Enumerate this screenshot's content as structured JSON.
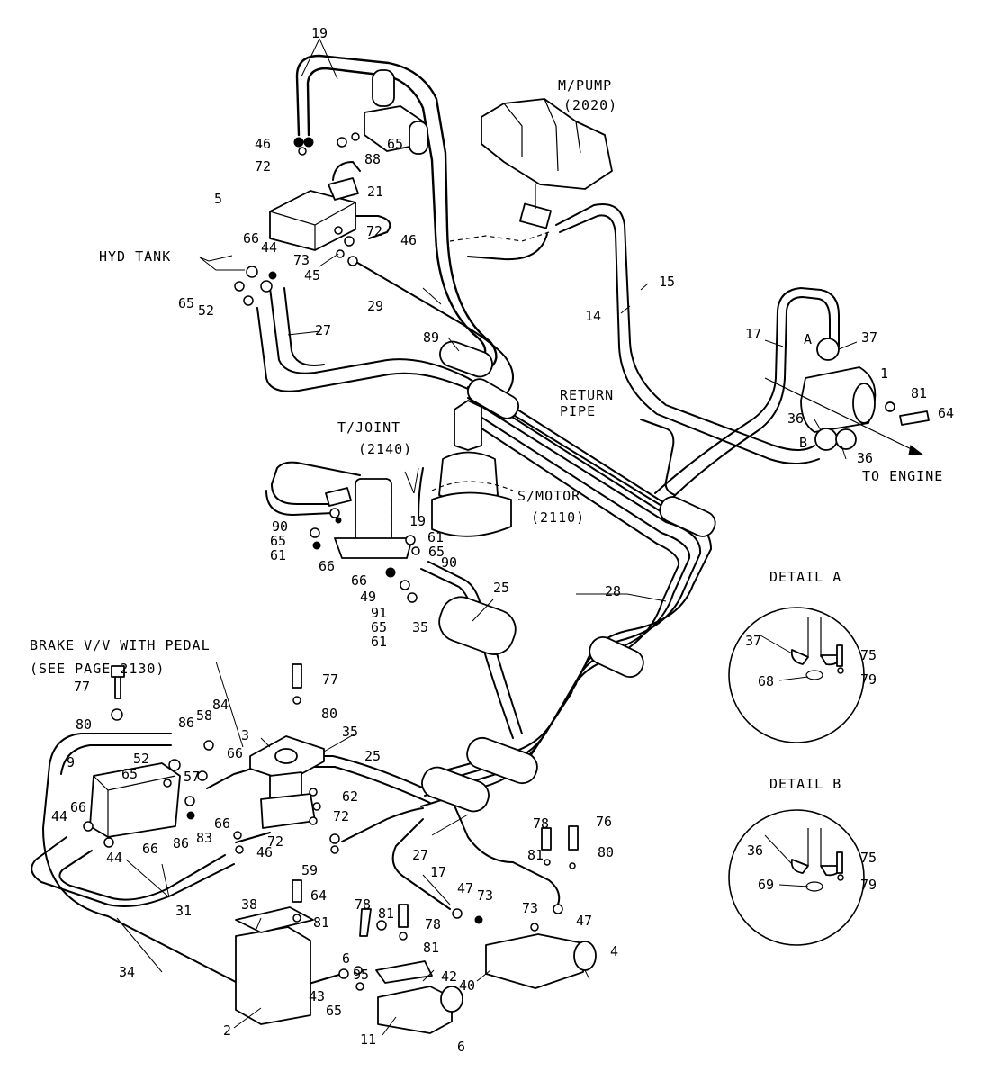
{
  "captions": {
    "m_pump": "M/PUMP",
    "m_pump_page": "(2020)",
    "hyd_tank": "HYD TANK",
    "return_pipe_1": "RETURN",
    "return_pipe_2": "PIPE",
    "t_joint": "T/JOINT",
    "t_joint_page": "(2140)",
    "s_motor": "S/MOTOR",
    "s_motor_page": "(2110)",
    "to_engine": "TO ENGINE",
    "brake_valve_1": "BRAKE V/V WITH PEDAL",
    "brake_valve_2": "(SEE PAGE 2130)",
    "detail_a": "DETAIL A",
    "detail_b": "DETAIL B",
    "point_a": "A",
    "point_b": "B"
  },
  "callouts": {
    "c19a": "19",
    "c46a": "46",
    "c72a": "72",
    "c88": "88",
    "c65a": "65",
    "c21": "21",
    "c5": "5",
    "c72b": "72",
    "c46b": "46",
    "c73a": "73",
    "c45": "45",
    "c66a": "66",
    "c44a": "44",
    "c65b": "65",
    "c52a": "52",
    "c29": "29",
    "c27a": "27",
    "c89": "89",
    "c14": "14",
    "c15": "15",
    "c17a": "17",
    "c37a": "37",
    "c1": "1",
    "c81a": "81",
    "c64a": "64",
    "c36a": "36",
    "c36b": "36",
    "c19b": "19",
    "c90a": "90",
    "c65c": "65",
    "c61a": "61",
    "c66b": "66",
    "c61b": "61",
    "c65d": "65",
    "c90b": "90",
    "c66c": "66",
    "c49": "49",
    "c91": "91",
    "c65e": "65",
    "c61c": "61",
    "c35a": "35",
    "c25a": "25",
    "c28": "28",
    "c37b": "37",
    "c75a": "75",
    "c79a": "79",
    "c68": "68",
    "c77a": "77",
    "c77b": "77",
    "c80a": "80",
    "c80b": "80",
    "c3": "3",
    "c35b": "35",
    "c25b": "25",
    "c86a": "86",
    "c58": "58",
    "c84": "84",
    "c52b": "52",
    "c57": "57",
    "c66d": "66",
    "c9": "9",
    "c65f": "65",
    "c66e": "66",
    "c62": "62",
    "c72c": "72",
    "c44b": "44",
    "c66f": "66",
    "c44c": "44",
    "c86b": "86",
    "c66g": "66",
    "c83": "83",
    "c72d": "72",
    "c46c": "46",
    "c59": "59",
    "c31": "31",
    "c78a": "78",
    "c81b": "81",
    "c76": "76",
    "c80c": "80",
    "c27b": "27",
    "c17b": "17",
    "c47a": "47",
    "c73b": "73",
    "c73c": "73",
    "c47b": "47",
    "c4": "4",
    "c64b": "64",
    "c81c": "81",
    "c38": "38",
    "c78b": "78",
    "c81d": "81",
    "c78c": "78",
    "c81e": "81",
    "c6a": "6",
    "c95": "95",
    "c42": "42",
    "c43": "43",
    "c65g": "65",
    "c34": "34",
    "c2": "2",
    "c40": "40",
    "c11": "11",
    "c6b": "6",
    "c36c": "36",
    "c75b": "75",
    "c79b": "79",
    "c69": "69"
  }
}
